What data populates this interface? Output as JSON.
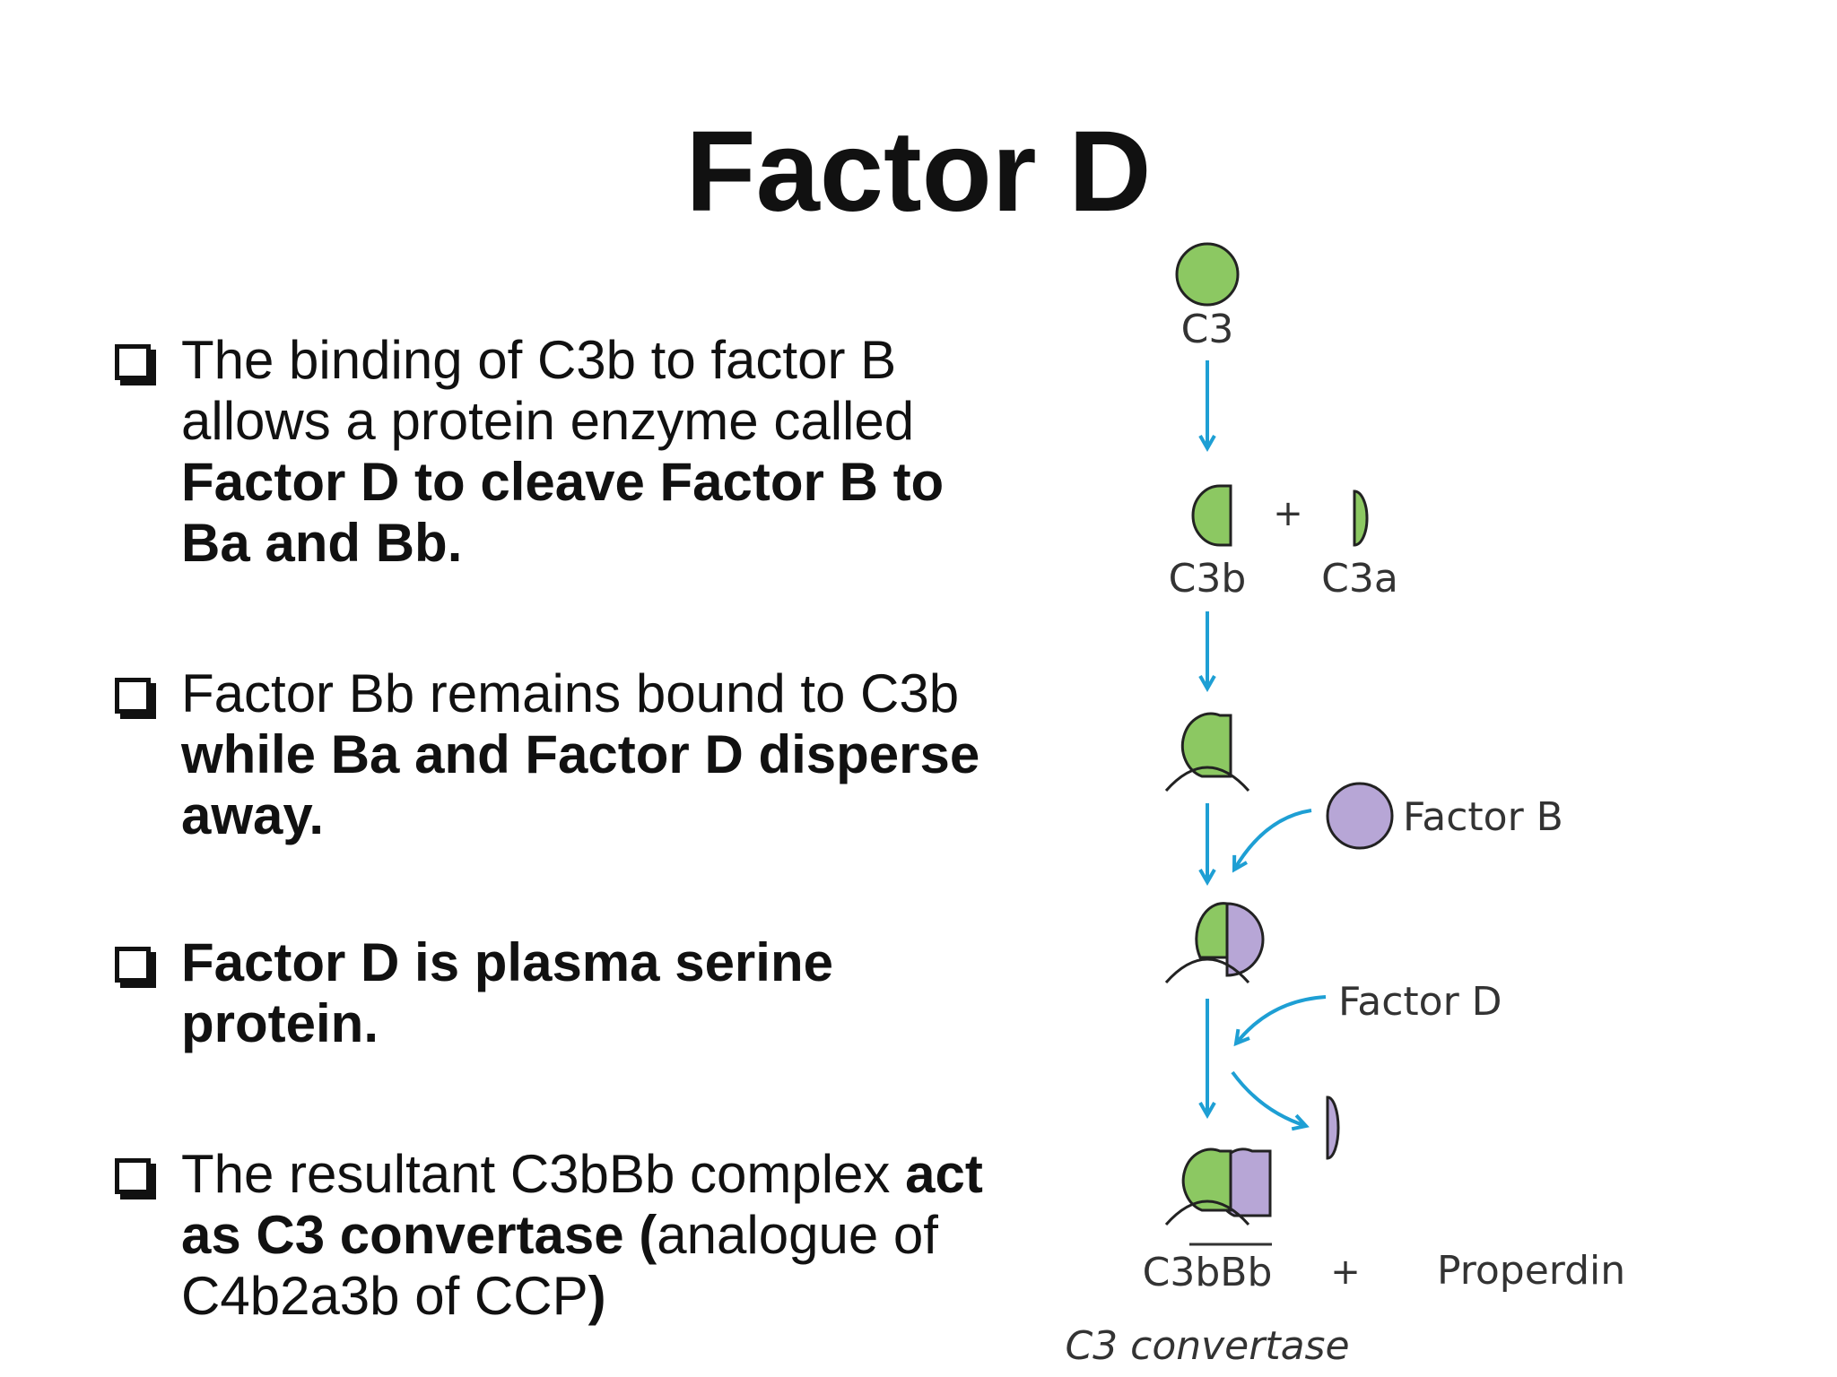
{
  "slide": {
    "title": "Factor D",
    "bullets": [
      {
        "parts": [
          {
            "text": "The binding of C3b to factor B allows a protein enzyme called ",
            "bold": false
          },
          {
            "text": "Factor D to cleave Factor B to Ba and Bb.",
            "bold": true
          }
        ]
      },
      {
        "parts": [
          {
            "text": "Factor Bb remains bound to C3b ",
            "bold": false
          },
          {
            "text": "while Ba and Factor D disperse away.",
            "bold": true
          }
        ]
      },
      {
        "parts": [
          {
            "text": "Factor D is plasma serine protein.",
            "bold": true
          }
        ]
      },
      {
        "parts": [
          {
            "text": "The resultant C3bBb complex ",
            "bold": false
          },
          {
            "text": "act as C3 convertase",
            "bold": true
          },
          {
            "text": " (",
            "bold": true
          },
          {
            "text": "analogue of C4b2a3b of CCP",
            "bold": false
          },
          {
            "text": ")",
            "bold": true
          }
        ]
      }
    ]
  },
  "diagram": {
    "labels": {
      "c3": "C3",
      "c3b": "C3b",
      "c3a": "C3a",
      "plus_1": "+",
      "factor_b": "Factor B",
      "factor_d": "Factor D",
      "c3bbb": "C3bBb",
      "plus_2": "+",
      "properdin": "Properdin",
      "c3_convertase": "C3 convertase"
    },
    "colors": {
      "green": "#8cc862",
      "purple": "#b7a6d6",
      "arrow": "#1e9fd4",
      "outline": "#222222"
    }
  }
}
